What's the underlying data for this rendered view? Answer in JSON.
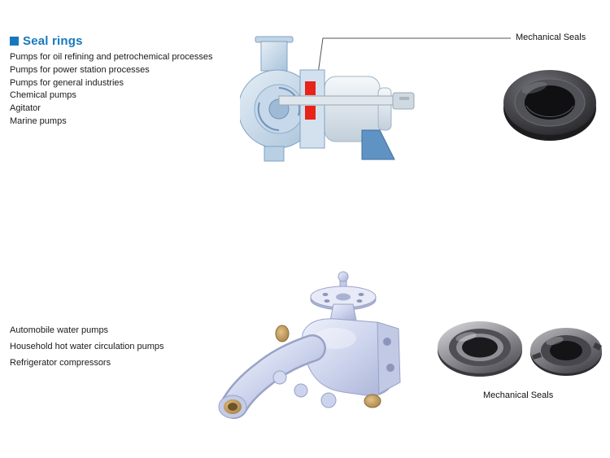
{
  "section": {
    "title": "Seal rings",
    "accent_color": "#1679be"
  },
  "industrial": {
    "applications": [
      "Pumps for oil refining and petrochemical processes",
      "Pumps for power station processes",
      "Pumps for general industries",
      "Chemical pumps",
      "Agitator",
      "Marine pumps"
    ],
    "callout_label": "Mechanical Seals"
  },
  "consumer": {
    "applications": [
      "Automobile water pumps",
      "Household hot water circulation pumps",
      "Refrigerator compressors"
    ],
    "caption": "Mechanical Seals"
  },
  "illustrations": {
    "process_pump": "industrial-process-pump-cutaway",
    "seal_photo_top": "dark-mechanical-seal-ring",
    "water_pump": "automobile-water-pump",
    "seal_photos_bottom": "mechanical-seal-pair"
  },
  "colors": {
    "title_blue": "#1679be",
    "text": "#1a1a1a",
    "pump_light_blue": "#c6d8e9",
    "seal_highlight_red": "#e8231a",
    "seal_dark_gray": "#3a3a3e",
    "seal_metal_gray": "#97979d",
    "brass": "#c99f5f",
    "background": "#ffffff"
  }
}
